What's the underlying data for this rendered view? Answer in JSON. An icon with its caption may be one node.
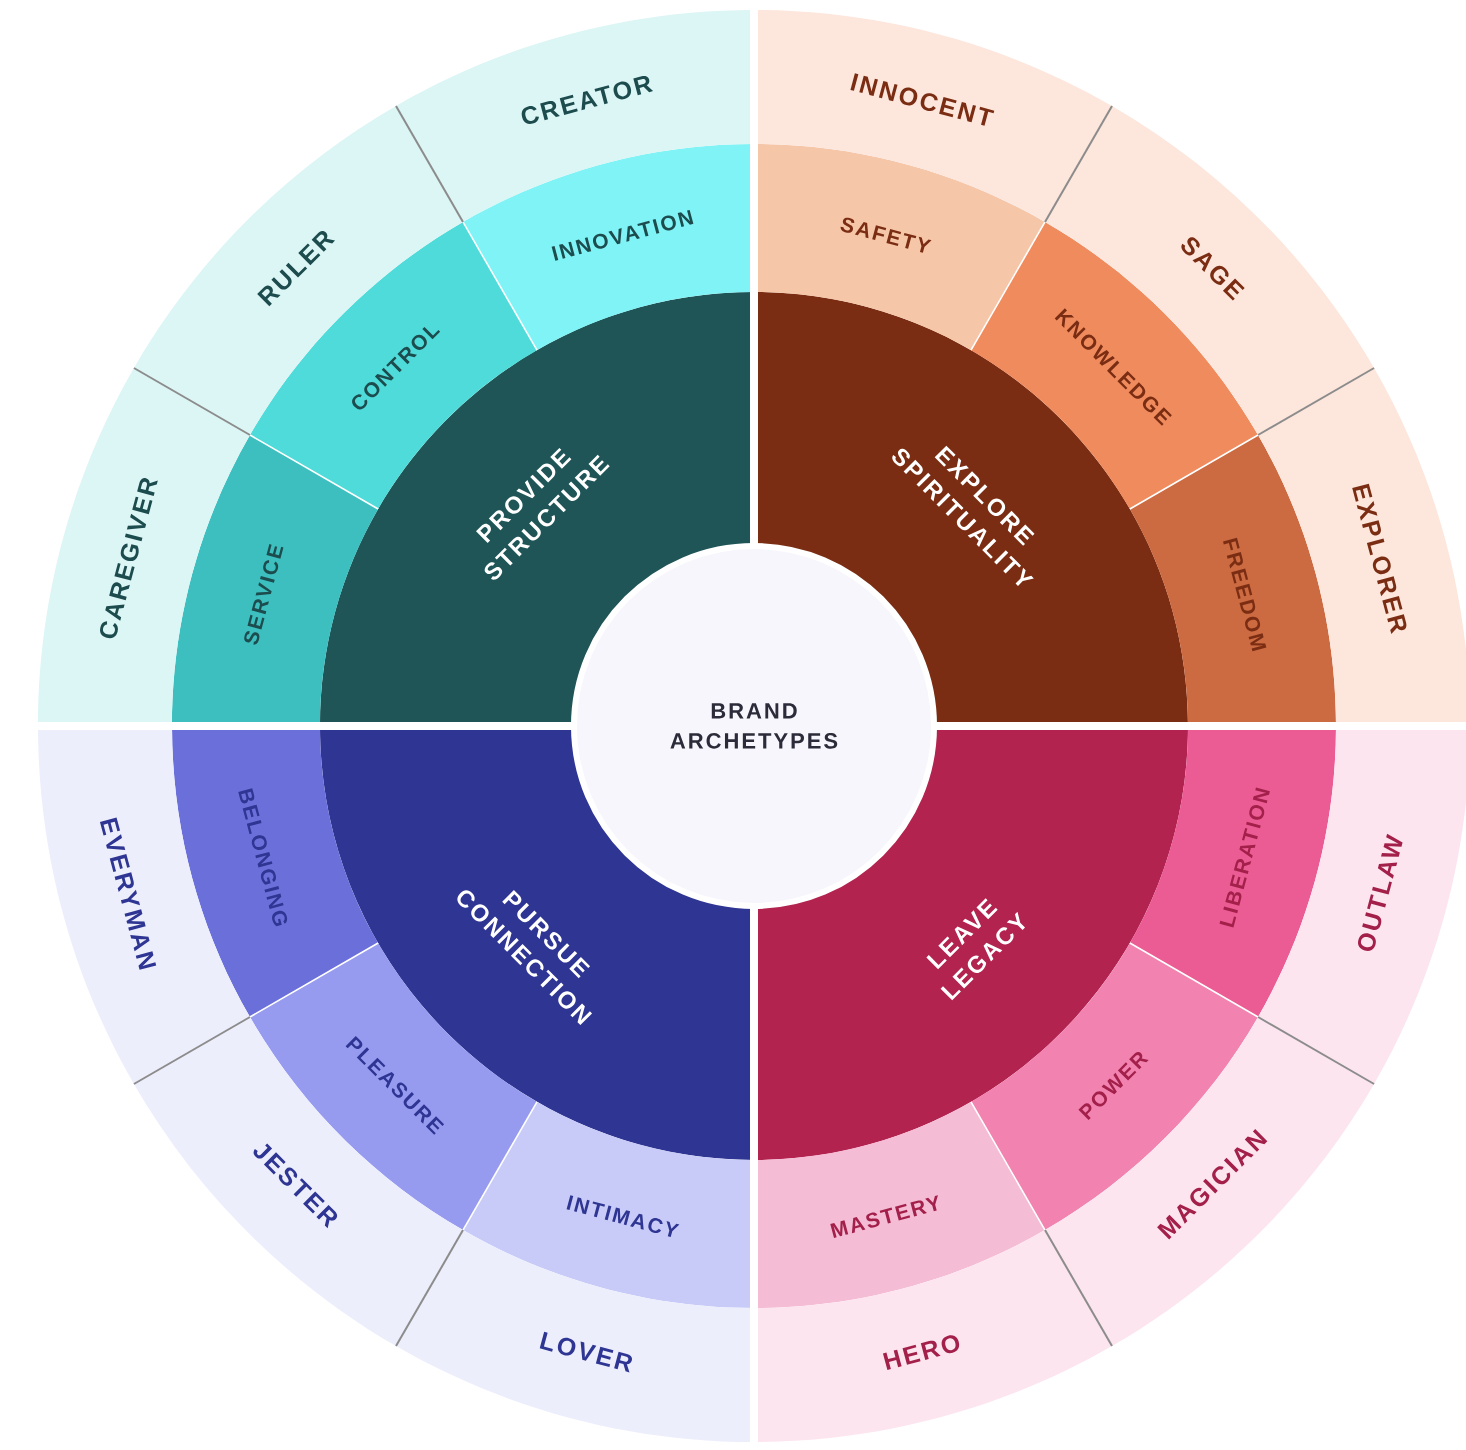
{
  "diagram": {
    "nodes": [
      {
        "text": [
          "BRAND ARCHETYPES"
        ]
      },
      {
        "text": [
          "PROVIDE STRUCTURE"
        ]
      },
      {
        "text": [
          "EXPLORE SPIRITUALITY"
        ]
      },
      {
        "text": [
          "PURSUE CONNECTION"
        ]
      },
      {
        "text": [
          "LEAVE LEGACY"
        ]
      },
      {
        "text": [
          "INNOVATION"
        ]
      },
      {
        "text": [
          "CONTROL"
        ]
      },
      {
        "text": [
          "SERVICE"
        ]
      },
      {
        "text": [
          "SAFETY"
        ]
      },
      {
        "text": [
          "KNOWLEDGE"
        ]
      },
      {
        "text": [
          "FREEDOM"
        ]
      },
      {
        "text": [
          "BELONGING"
        ]
      },
      {
        "text": [
          "PLEASURE"
        ]
      },
      {
        "text": [
          "INTIMACY"
        ]
      },
      {
        "text": [
          "LIBERATION"
        ]
      },
      {
        "text": [
          "POWER"
        ]
      },
      {
        "text": [
          "MASTERY"
        ]
      },
      {
        "text": [
          "CREATOR"
        ]
      },
      {
        "text": [
          "RULER"
        ]
      },
      {
        "text": [
          "CAREGIVER"
        ]
      },
      {
        "text": [
          "INNOCENT"
        ]
      },
      {
        "text": [
          "SAGE"
        ]
      },
      {
        "text": [
          "EXPLORER"
        ]
      },
      {
        "text": [
          "EVERYMAN"
        ]
      },
      {
        "text": [
          "JESTER"
        ]
      },
      {
        "text": [
          "LOVER"
        ]
      },
      {
        "text": [
          "OUTLAW"
        ]
      },
      {
        "text": [
          "MAGICIAN"
        ]
      },
      {
        "text": [
          "HERO"
        ]
      }
    ]
  }
}
